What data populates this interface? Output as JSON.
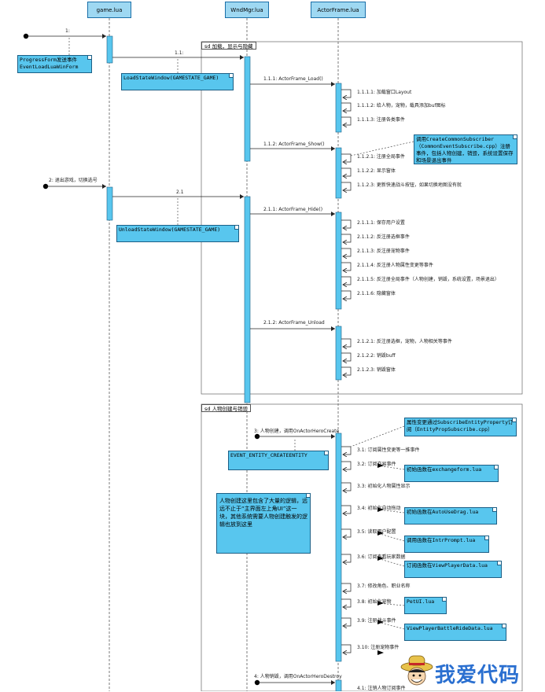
{
  "lifelines": [
    "game.lua",
    "WndMgr.lua",
    "ActorFrame.lua"
  ],
  "frames": [
    {
      "title": "sd 加载，显示与隐藏"
    },
    {
      "title": "sd 人物创建与销毁"
    }
  ],
  "messages": {
    "m1": "1:",
    "m11": "1.1:",
    "m111": "1.1.1: ActorFrame_Load()",
    "m1111": "1.1.1.1: 加载窗口Layout",
    "m1112": "1.1.1.2: 给人物，宠物，载具添加buf图标",
    "m1113": "1.1.1.3: 注册各类事件",
    "m112": "1.1.2: ActorFrame_Show()",
    "m1121": "1.1.2.1: 注册全局事件",
    "m1122": "1.1.2.2: 显示窗体",
    "m1123": "1.1.2.3: 更新快速战斗按钮，如果切换地图没有就",
    "m2": "2: 退出游戏，切换选号",
    "m21": "2.1",
    "m211": "2.1.1: ActorFrame_Hide()",
    "m2111": "2.1.1.1: 保存用户设置",
    "m2112": "2.1.1.2: 反注册选框事件",
    "m2113": "2.1.1.3: 反注册宠物事件",
    "m2114": "2.1.1.4: 反注册人物属性变更等事件",
    "m2115": "2.1.1.5: 反注册全局事件（人物创建，销毁，系统设置，场景退出）",
    "m2116": "2.1.1.6: 隐藏窗体",
    "m212": "2.1.2: ActorFrame_Unload",
    "m2121": "2.1.2.1: 反注册选框，宠物，人物相关等事件",
    "m2122": "2.1.2.2: 销毁buff",
    "m2123": "2.1.2.3: 销毁窗体",
    "m3": "3: 人物创建，调用OnActorHeroCreate",
    "m31": "3.1: 订阅属性变更等一推事件",
    "m32": "3.2: 订阅交易事件",
    "m33": "3.3: 初始化人物属性显示",
    "m34": "3.4: 初始化自动拖动",
    "m35": "3.5: 读取用户配置",
    "m36": "3.6: 订阅查看玩家数据",
    "m37": "3.7: 修改角色、职业名称",
    "m38": "3.8: 初始化宠物",
    "m39": "3.9: 注册战斗事件",
    "m310": "3.10: 注册宠物事件",
    "m4": "4: 人物销毁，调用OnActorHeroDestroy",
    "m41": "4.1: 注销人物订阅事件"
  },
  "notes": {
    "progress": "ProgressForm发送事件EventLoadLuaWinForm",
    "loadState": "LoadStateWindow(GAMESTATE_GAME)",
    "unloadState": "UnloadStateWindow(GAMESTATE_GAME)",
    "commonSub": "调用CreateCommonSubscriber（CommonEventSubscribe.cpp）注册事件，包括人物创建，销毁，系统设置保存和场景退出事件",
    "entityProp": "属性变更通过SubscribeEntityProperty订阅（EntityPropSubscribe.cpp）",
    "createEntity": "EVENT_ENTITY_CREATEENTITY",
    "bigNote": "人物创建这里包含了大量的逻辑，远远不止于“主界面左上角UI”这一块，其他系统需要人物创建触发的逻辑也放到这里",
    "exchange": "初始函数在exchangeform.lua",
    "autoUse": "初始函数在AutoUseDrag.lua",
    "intrPrompt": "调用函数在IntrPrompt.lua",
    "viewPlayer": "订阅函数在ViewPlayerData.lua",
    "petUI": "PetUI.lua",
    "battleRide": "ViewPlayerBattleRideData.lua"
  },
  "logo_text": "我爱代码",
  "colors": {
    "note": "#58c6ee",
    "header": "#9ed8f2",
    "activation": "#58c6ee",
    "line": "#333333"
  }
}
